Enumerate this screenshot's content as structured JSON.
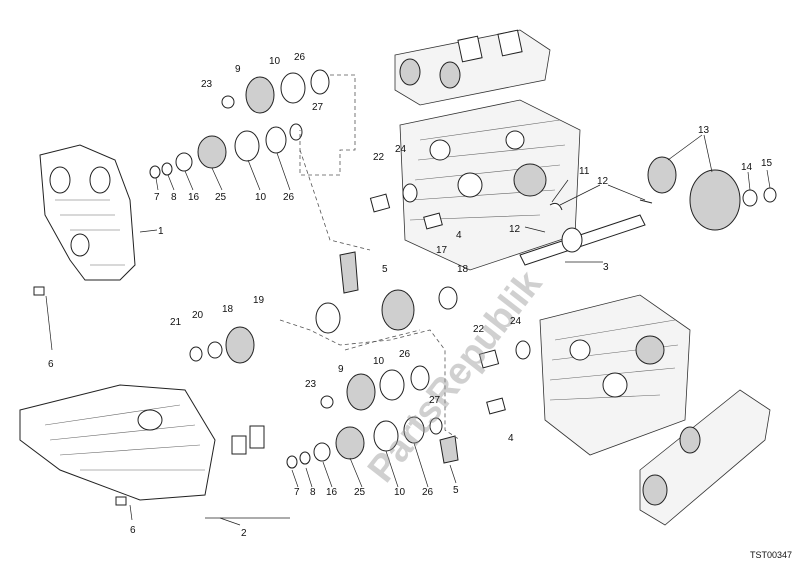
{
  "diagram": {
    "code": "TST00347",
    "watermark": "PartsRepublik",
    "callouts": [
      {
        "id": "c9a",
        "text": "9"
      },
      {
        "id": "c10a",
        "text": "10"
      },
      {
        "id": "c26a",
        "text": "26"
      },
      {
        "id": "c23a",
        "text": "23"
      },
      {
        "id": "c27a",
        "text": "27"
      },
      {
        "id": "c7a",
        "text": "7"
      },
      {
        "id": "c8a",
        "text": "8"
      },
      {
        "id": "c16a",
        "text": "16"
      },
      {
        "id": "c25a",
        "text": "25"
      },
      {
        "id": "c10b",
        "text": "10"
      },
      {
        "id": "c26b",
        "text": "26"
      },
      {
        "id": "c1",
        "text": "1"
      },
      {
        "id": "c6a",
        "text": "6"
      },
      {
        "id": "c22a",
        "text": "22"
      },
      {
        "id": "c24a",
        "text": "24"
      },
      {
        "id": "c4a",
        "text": "4"
      },
      {
        "id": "c5a",
        "text": "5"
      },
      {
        "id": "c17",
        "text": "17"
      },
      {
        "id": "c18a",
        "text": "18"
      },
      {
        "id": "c11",
        "text": "11"
      },
      {
        "id": "c12a",
        "text": "12"
      },
      {
        "id": "c12b",
        "text": "12"
      },
      {
        "id": "c13",
        "text": "13"
      },
      {
        "id": "c14",
        "text": "14"
      },
      {
        "id": "c15",
        "text": "15"
      },
      {
        "id": "c3",
        "text": "3"
      },
      {
        "id": "c21",
        "text": "21"
      },
      {
        "id": "c20",
        "text": "20"
      },
      {
        "id": "c18b",
        "text": "18"
      },
      {
        "id": "c19",
        "text": "19"
      },
      {
        "id": "c22b",
        "text": "22"
      },
      {
        "id": "c24b",
        "text": "24"
      },
      {
        "id": "c9b",
        "text": "9"
      },
      {
        "id": "c10c",
        "text": "10"
      },
      {
        "id": "c26c",
        "text": "26"
      },
      {
        "id": "c23b",
        "text": "23"
      },
      {
        "id": "c27b",
        "text": "27"
      },
      {
        "id": "c4b",
        "text": "4"
      },
      {
        "id": "c7b",
        "text": "7"
      },
      {
        "id": "c8b",
        "text": "8"
      },
      {
        "id": "c16b",
        "text": "16"
      },
      {
        "id": "c25b",
        "text": "25"
      },
      {
        "id": "c10d",
        "text": "10"
      },
      {
        "id": "c26d",
        "text": "26"
      },
      {
        "id": "c5b",
        "text": "5"
      },
      {
        "id": "c6b",
        "text": "6"
      },
      {
        "id": "c2",
        "text": "2"
      }
    ]
  }
}
